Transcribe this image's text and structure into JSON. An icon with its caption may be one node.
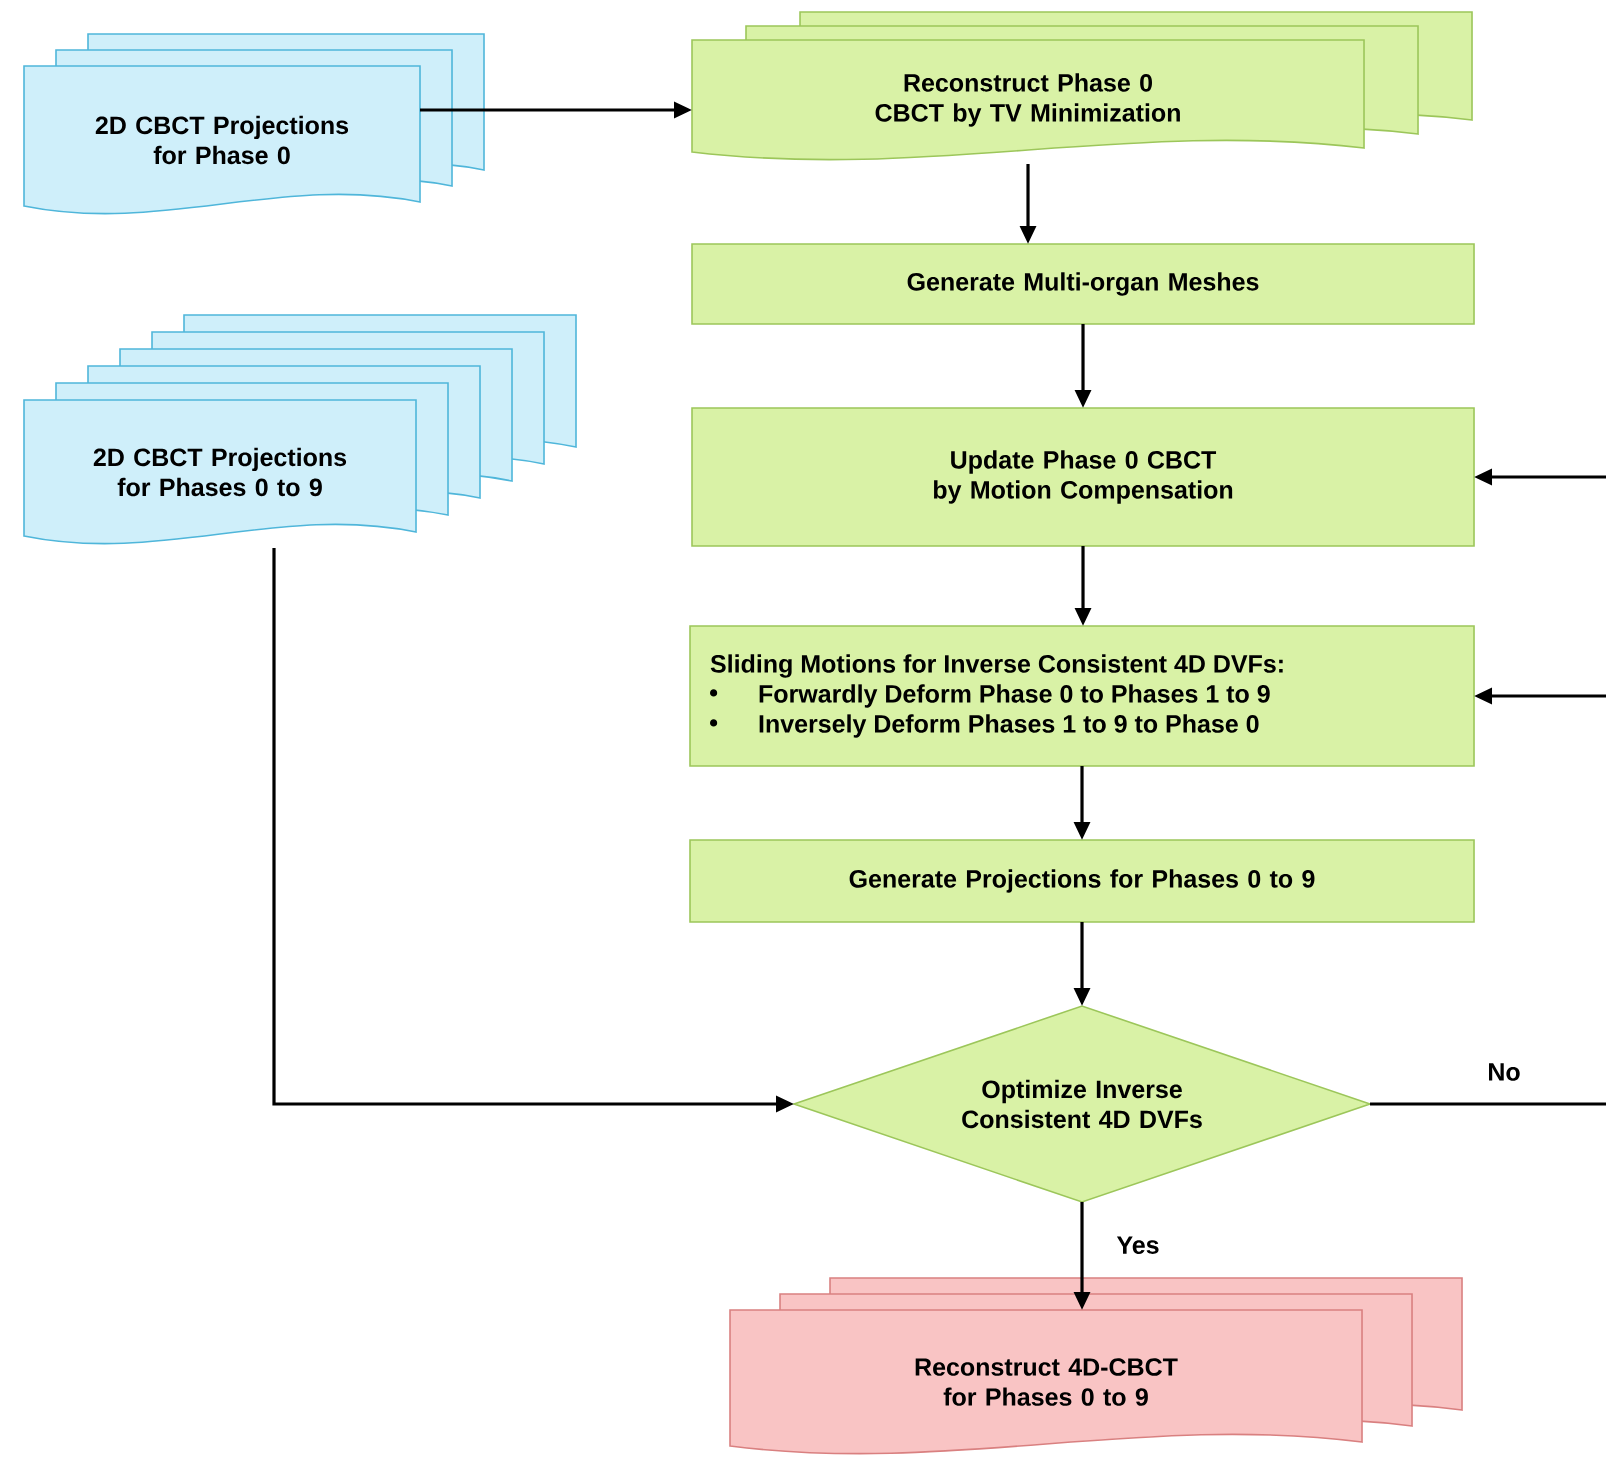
{
  "diagram": {
    "nodes": [
      {
        "text": [
          "2D CBCT Projections for Phase 0"
        ]
      },
      {
        "text": [
          "Reconstruct Phase 0 CBCT by TV Minimization"
        ]
      },
      {
        "text": [
          "Generate Multi-organ Meshes"
        ]
      },
      {
        "text": [
          "Update Phase 0 CBCT by Motion Compensation"
        ]
      },
      {
        "text": [
          "Sliding Motions for Inverse Consistent 4D DVFs:",
          "Forwardly Deform Phase 0 to Phases 1 to 9",
          "Inversely Deform Phases 1 to 9 to Phase 0"
        ]
      },
      {
        "text": [
          "Generate Projections for Phases 0 to 9"
        ]
      },
      {
        "text": [
          "2D CBCT Projections for Phases 0 to 9"
        ]
      },
      {
        "text": [
          "Optimize Inverse Consistent 4D DVFs"
        ]
      },
      {
        "text": [
          "Reconstruct 4D-CBCT for Phases 0 to 9"
        ]
      }
    ],
    "edges": [
      {
        "from": 0,
        "to": 1,
        "arrow": "to"
      },
      {
        "from": 1,
        "to": 2,
        "arrow": "to"
      },
      {
        "from": 2,
        "to": 3,
        "arrow": "to"
      },
      {
        "from": null,
        "to": 3,
        "arrow": "to"
      },
      {
        "from": 3,
        "to": 4,
        "arrow": "to"
      },
      {
        "from": null,
        "to": 4,
        "arrow": "to"
      },
      {
        "from": 4,
        "to": 5,
        "arrow": "to"
      },
      {
        "from": 5,
        "to": 7,
        "arrow": "to"
      },
      {
        "from": 6,
        "to": 7,
        "arrow": "to"
      },
      {
        "from": 7,
        "to": null,
        "label": "No",
        "arrow": "none"
      },
      {
        "from": 7,
        "to": 8,
        "label": "Yes",
        "arrow": "to"
      }
    ]
  }
}
